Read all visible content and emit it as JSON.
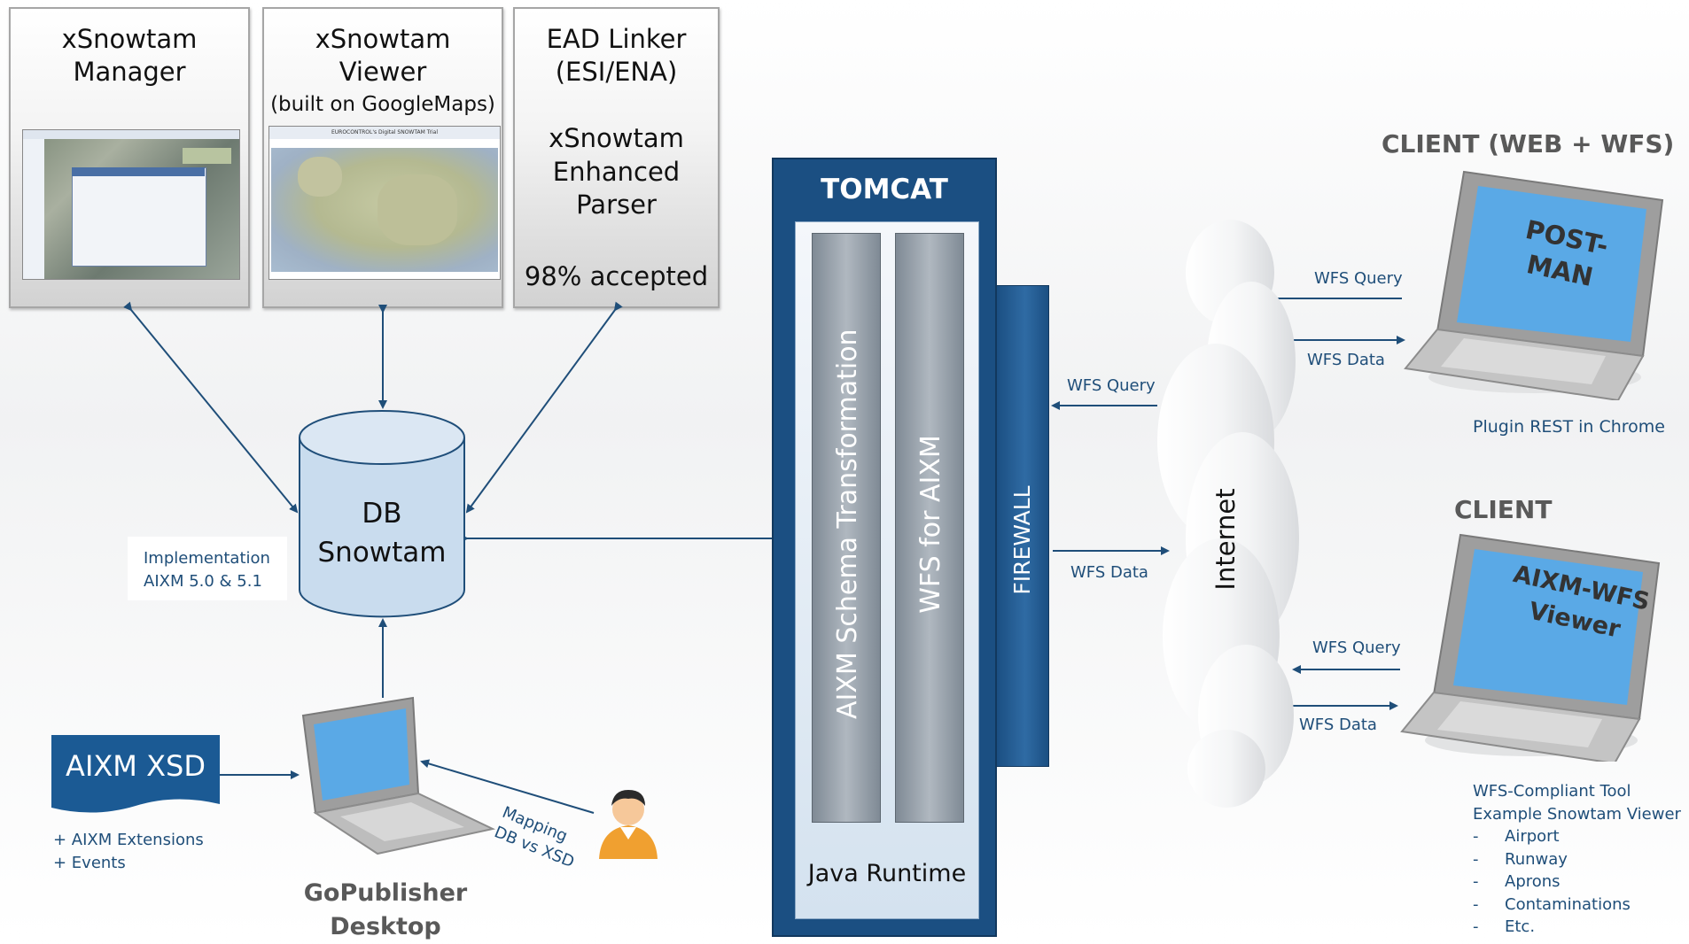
{
  "top_boxes": {
    "manager": {
      "line1": "xSnowtam",
      "line2": "Manager"
    },
    "viewer": {
      "line1": "xSnowtam",
      "line2": "Viewer",
      "line3": "(built on GoogleMaps)",
      "map_title": "EUROCONTROL's Digital SNOWTAM Trial"
    },
    "ead": {
      "line1": "EAD Linker",
      "line2": "(ESI/ENA)",
      "line3": "xSnowtam",
      "line4": "Enhanced Parser",
      "accept": "98% accepted"
    }
  },
  "db": {
    "line1": "DB",
    "line2": "Snowtam",
    "implementation_line1": "Implementation",
    "implementation_line2": "AIXM 5.0 & 5.1"
  },
  "xsd": {
    "label": "AIXM XSD",
    "ext1": "+ AIXM Extensions",
    "ext2": "+ Events"
  },
  "gopublisher": {
    "line1": "GoPublisher",
    "line2": "Desktop",
    "mapping_line1": "Mapping",
    "mapping_line2": "DB vs XSD"
  },
  "tomcat": {
    "title": "TOMCAT",
    "col1": "AIXM Schema Transformation",
    "col2": "WFS for AIXM",
    "runtime": "Java Runtime",
    "firewall": "FIREWALL"
  },
  "internet": {
    "label": "Internet"
  },
  "arrows": {
    "wfs_query": "WFS Query",
    "wfs_data": "WFS Data"
  },
  "client_web": {
    "title": "CLIENT (WEB + WFS)",
    "screen_line1": "POST-",
    "screen_line2": "MAN",
    "caption": "Plugin REST in Chrome"
  },
  "client": {
    "title": "CLIENT",
    "screen_line1": "AIXM-WFS",
    "screen_line2": "Viewer",
    "caption_line1": "WFS-Compliant Tool",
    "caption_line2": "Example Snowtam Viewer",
    "items": [
      "Airport",
      "Runway",
      "Aprons",
      "Contaminations",
      "Etc."
    ],
    "bullet": "-"
  },
  "colors": {
    "navy": "#1f4e79",
    "tomcat_blue": "#1b4f82",
    "steel": "#3d6b96"
  }
}
